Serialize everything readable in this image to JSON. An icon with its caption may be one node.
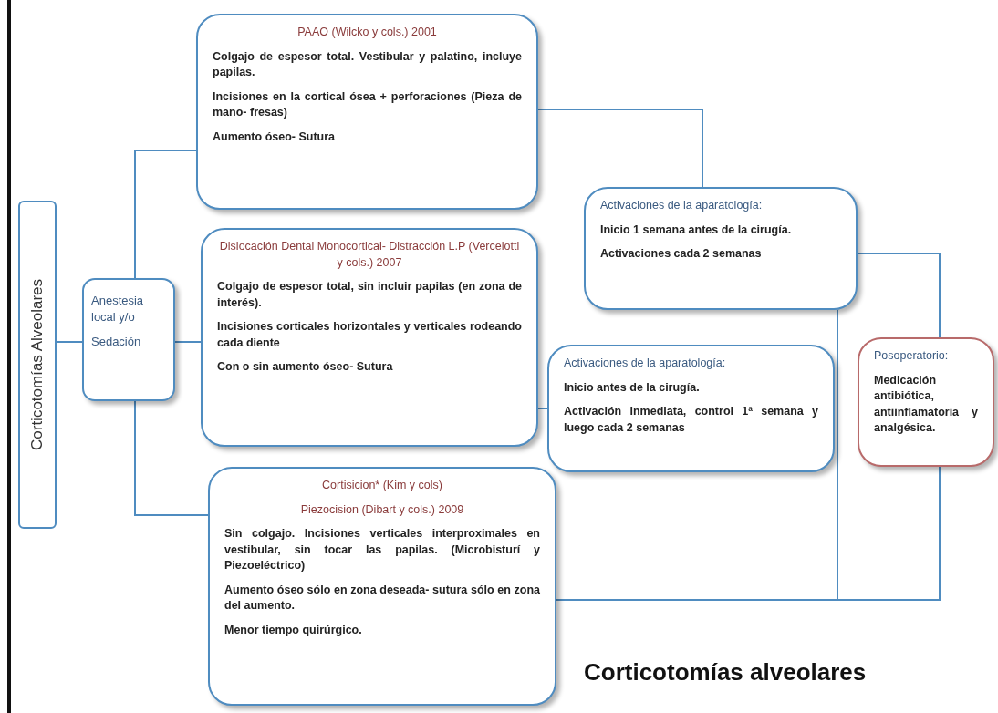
{
  "diagram": {
    "title": "Corticotomías alveolares",
    "nodes": [
      {
        "text": [
          "Corticotomías Alveolares"
        ]
      },
      {
        "text": [
          "Anestesia local y/o",
          "Sedación"
        ]
      },
      {
        "text": [
          "PAAO (Wilcko y cols.) 2001",
          "Colgajo de espesor total. Vestibular y palatino, incluye papilas.",
          "Incisiones en la cortical ósea + perforaciones (Pieza de mano- fresas)",
          "Aumento óseo- Sutura"
        ]
      },
      {
        "text": [
          "Dislocación Dental Monocortical- Distracción L.P (Vercelotti y cols.) 2007",
          "Colgajo de espesor total, sin incluir papilas (en zona de interés).",
          "Incisiones corticales horizontales y verticales rodeando cada diente",
          "Con o sin aumento óseo- Sutura"
        ]
      },
      {
        "text": [
          "Cortisicion* (Kim y cols)",
          "Piezocision (Dibart y cols.) 2009",
          "Sin colgajo. Incisiones verticales interproximales en vestibular, sin tocar las papilas. (Microbisturí y Piezoeléctrico)",
          "Aumento óseo sólo en zona deseada- sutura sólo en zona del aumento.",
          "Menor tiempo quirúrgico."
        ]
      },
      {
        "text": [
          "Activaciones de la aparatología:",
          "Inicio 1 semana antes de la cirugía.",
          "Activaciones cada 2 semanas"
        ]
      },
      {
        "text": [
          "Activaciones de la aparatología:",
          "Inicio antes de la cirugía.",
          "Activación inmediata, control 1ª semana y luego cada 2 semanas"
        ]
      },
      {
        "text": [
          "Posoperatorio:",
          "Medicación antibiótica, antiinflamatoria y analgésica."
        ]
      }
    ],
    "edges": [
      {
        "from": 0,
        "to": 1,
        "arrow": "none"
      },
      {
        "from": 1,
        "to": 2,
        "arrow": "none"
      },
      {
        "from": 1,
        "to": 3,
        "arrow": "none"
      },
      {
        "from": 1,
        "to": 4,
        "arrow": "none"
      },
      {
        "from": 2,
        "to": 5,
        "arrow": "none"
      },
      {
        "from": 3,
        "to": 6,
        "arrow": "none"
      },
      {
        "from": 5,
        "to": 7,
        "arrow": "none"
      },
      {
        "from": 4,
        "to": 7,
        "arrow": "none"
      },
      {
        "from": 5,
        "to": 4,
        "arrow": "none"
      }
    ]
  }
}
